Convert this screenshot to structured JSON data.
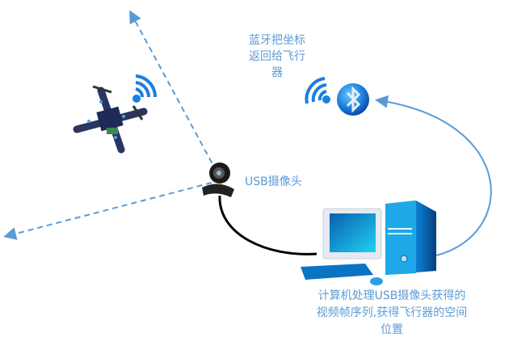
{
  "labels": {
    "bluetooth_note": [
      "蓝牙把坐标",
      "返回给飞行",
      "器"
    ],
    "camera": "USB摄像头",
    "computer_note": [
      "计算机处理USB摄像头获得的",
      "视频帧序列,获得飞行器的空间",
      "位置"
    ]
  },
  "colors": {
    "accent": "#5b9bd5",
    "cable": "#000000",
    "device_blue": "#0a74c4"
  },
  "icons": [
    "drone-icon",
    "wifi-icon",
    "bluetooth-icon",
    "webcam-icon",
    "computer-icon"
  ]
}
